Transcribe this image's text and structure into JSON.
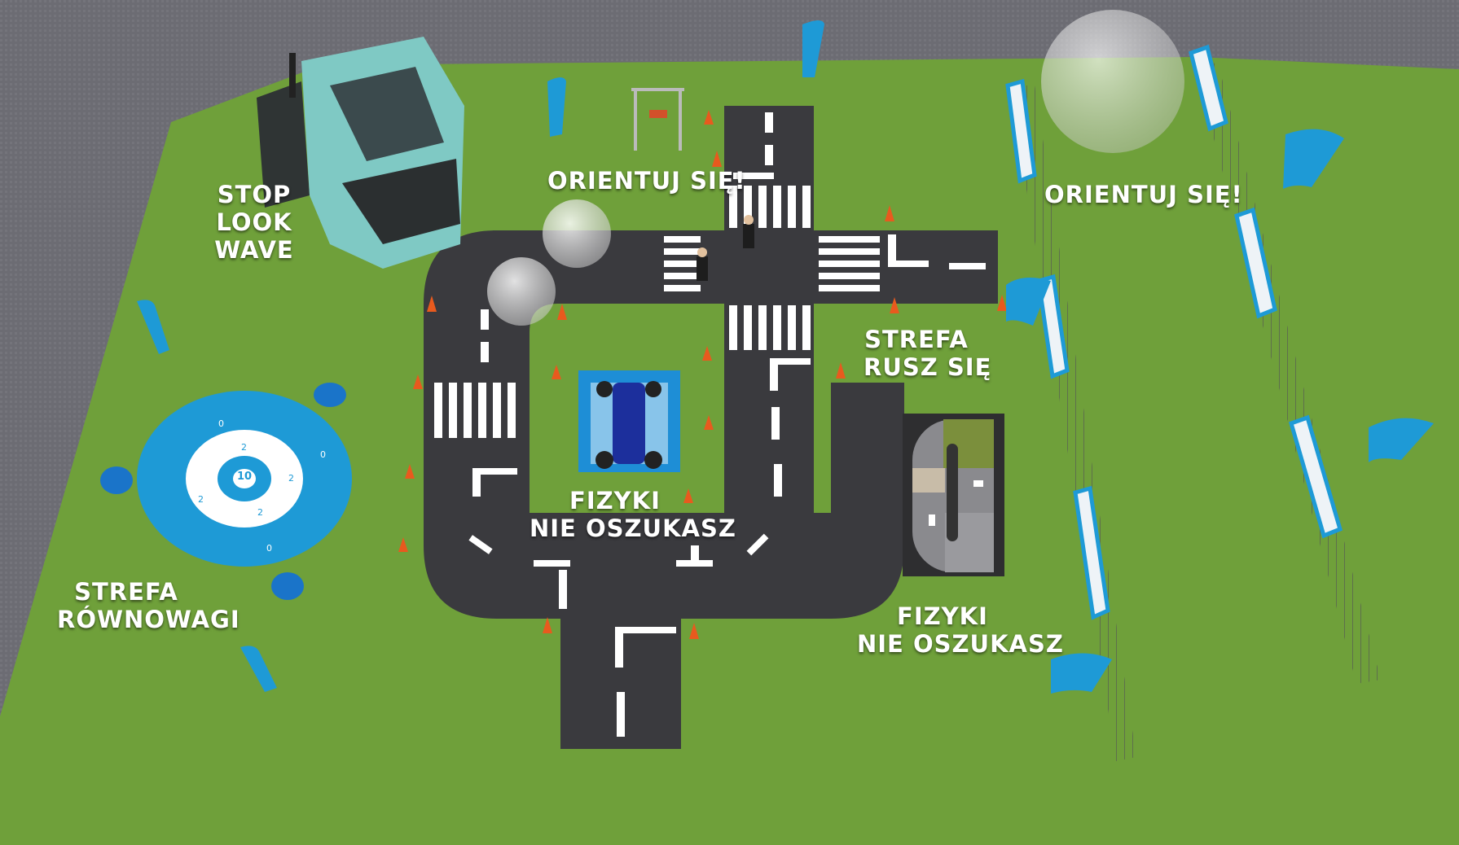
{
  "zones": {
    "stop_look_wave": [
      "STOP",
      "LOOK",
      "WAVE"
    ],
    "orientuj_left": "ORIENTUJ SIĘ!",
    "orientuj_right": "ORIENTUJ SIĘ!",
    "rusz_sie": [
      "STREFA",
      "RUSZ SIĘ"
    ],
    "fizyki_center": [
      "FIZYKI",
      "NIE OSZUKASZ"
    ],
    "fizyki_right": [
      "FIZYKI",
      "NIE OSZUKASZ"
    ],
    "rownowagi": [
      "STREFA",
      "RÓWNOWAGI"
    ]
  },
  "balance_mat": {
    "center_number": "10",
    "inner_ring_numbers": [
      "2",
      "2",
      "2",
      "2"
    ],
    "outer_ring_numbers": [
      "0",
      "0",
      "0"
    ]
  },
  "colors": {
    "grass": "#6fa03a",
    "floor": "#6b6b72",
    "asphalt": "#3a3a3e",
    "accent_blue": "#1e9ad6",
    "truck": "#7fc9c4",
    "cone": "#e85a1e"
  }
}
